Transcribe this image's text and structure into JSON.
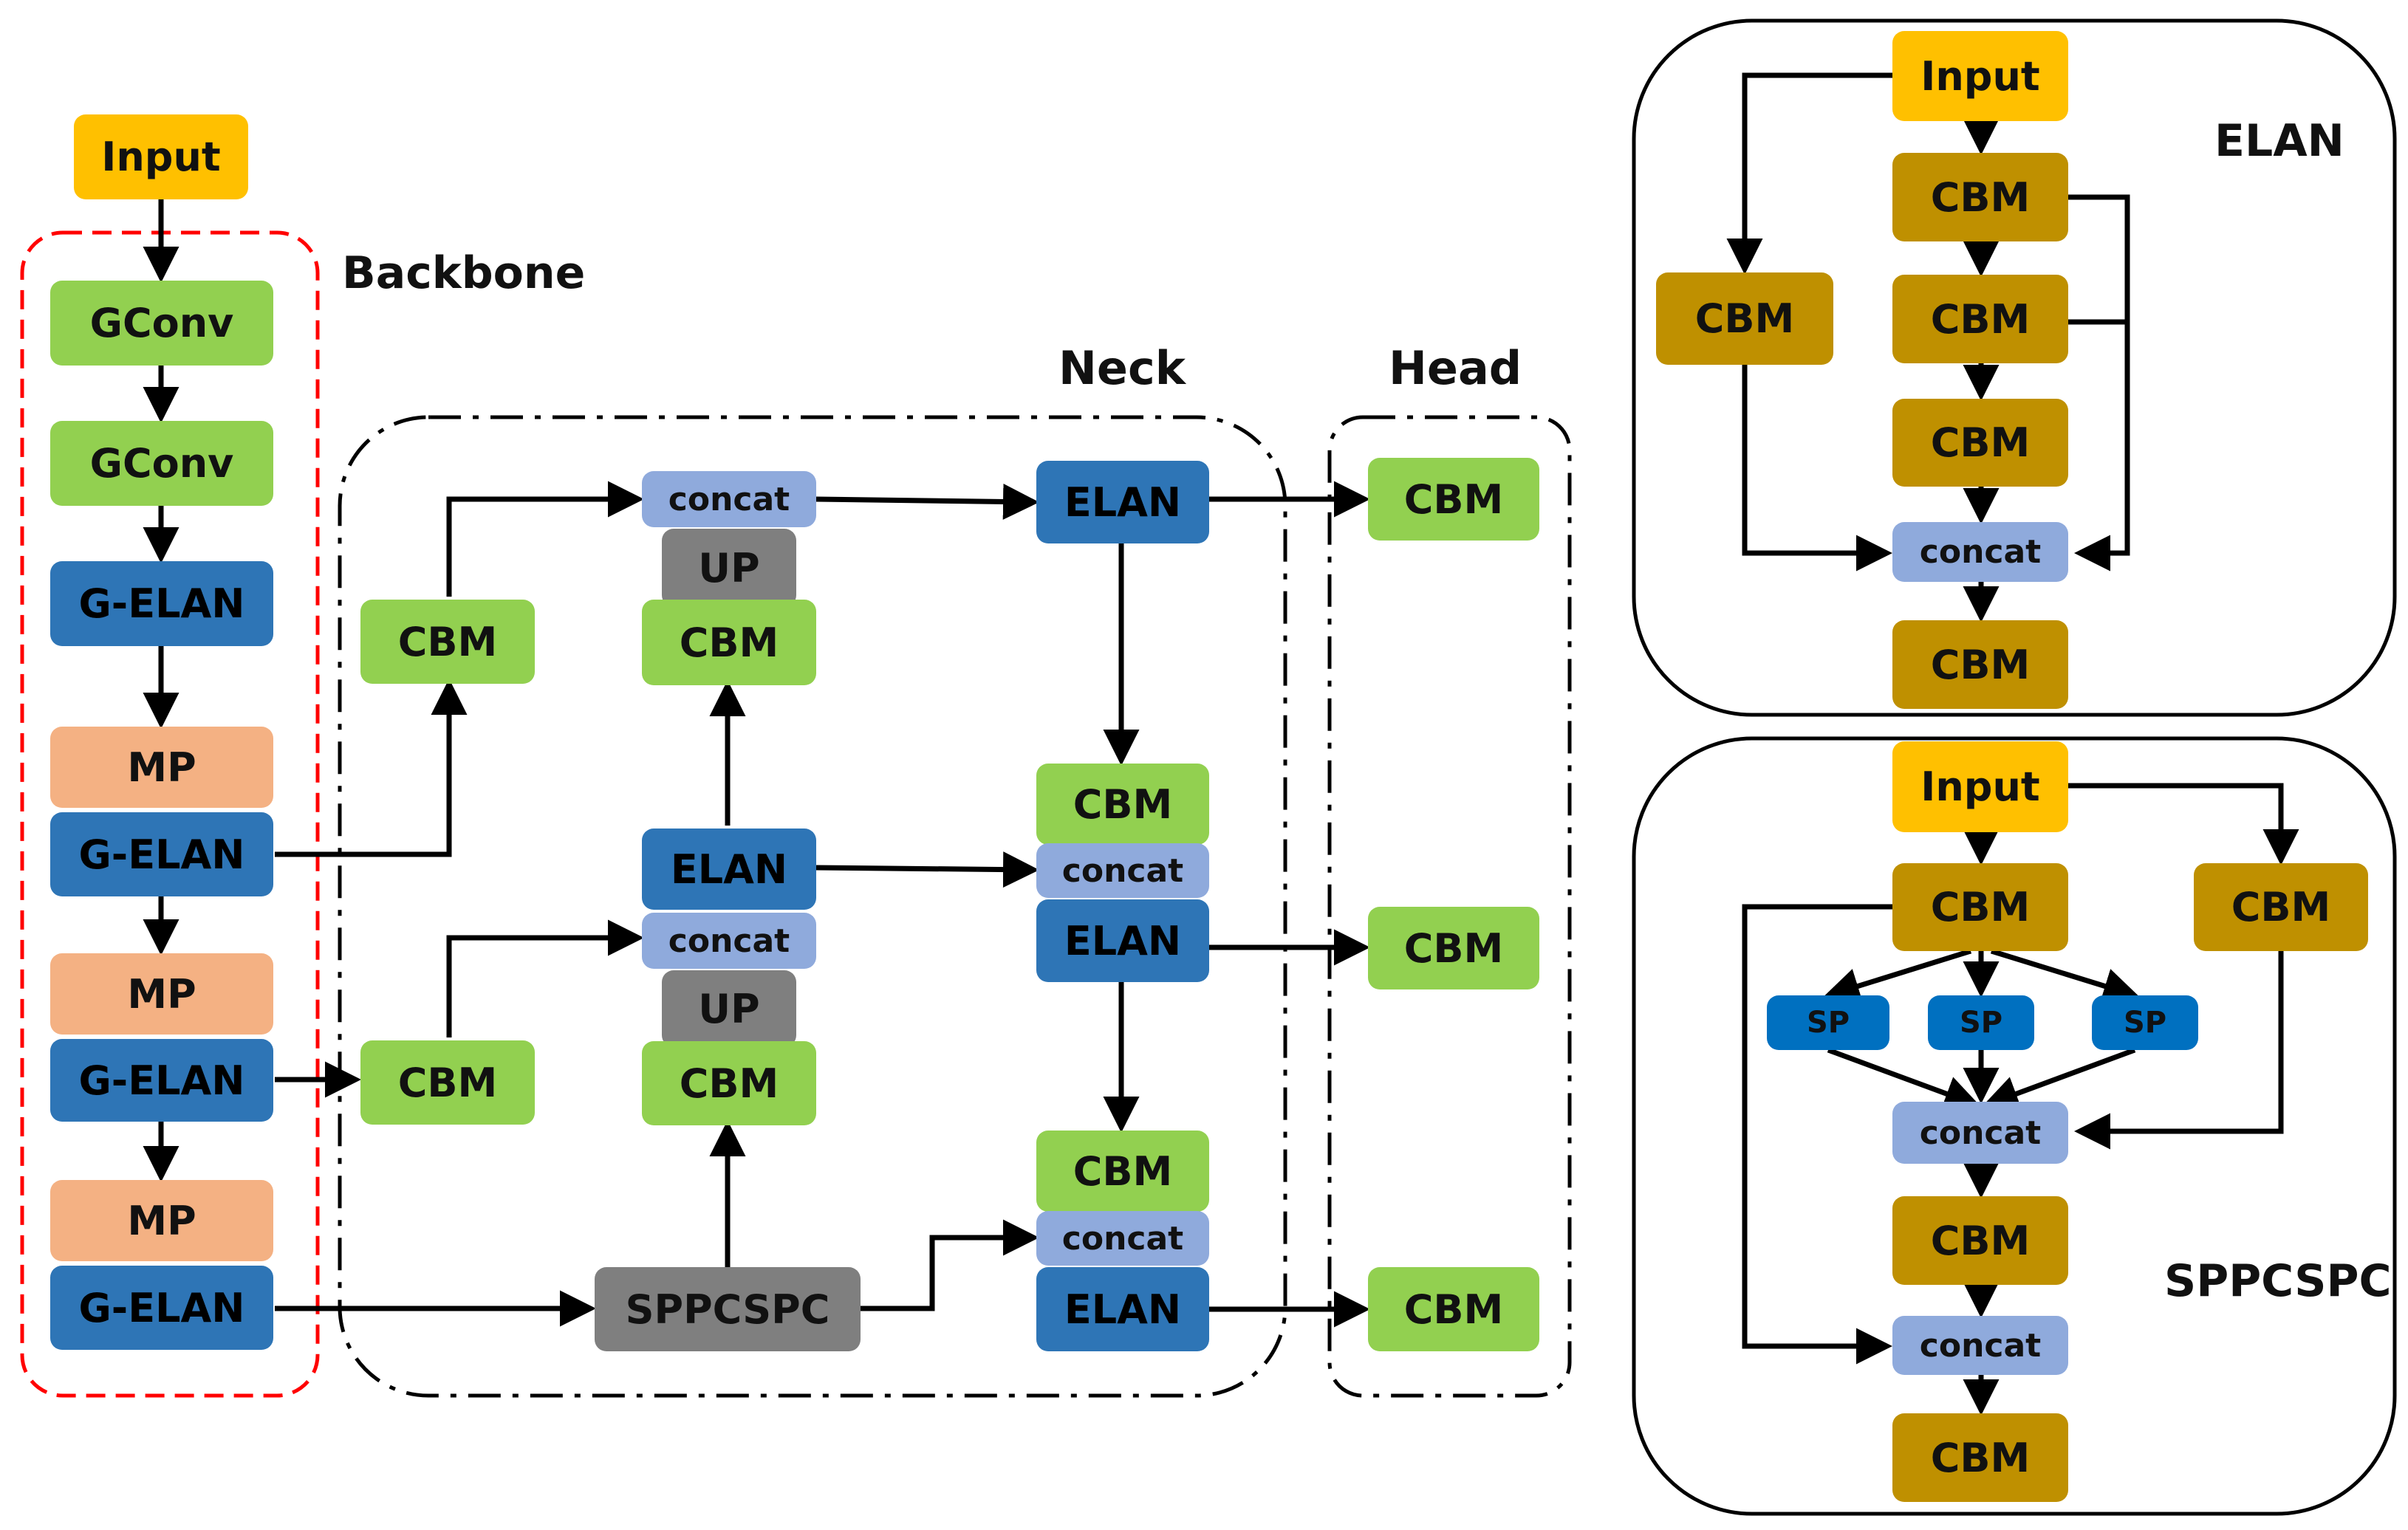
{
  "main": {
    "input": "Input",
    "backbone_label": "Backbone",
    "neck_label": "Neck",
    "head_label": "Head",
    "gconv": "GConv",
    "gelan": "G-ELAN",
    "mp": "MP",
    "cbm": "CBM",
    "concat": "concat",
    "up": "UP",
    "elan": "ELAN",
    "sppcspc": "SPPCSPC"
  },
  "elan_panel": {
    "title": "ELAN",
    "input": "Input",
    "cbm": "CBM",
    "concat": "concat"
  },
  "spp_panel": {
    "title": "SPPCSPC",
    "input": "Input",
    "cbm": "CBM",
    "sp": "SP",
    "concat": "concat"
  },
  "colors": {
    "input": "#ffc000",
    "cbm_green": "#92d050",
    "elan_blue": "#2e75b6",
    "mp": "#f4b183",
    "grey": "#7f7f7f",
    "concat": "#8faadc",
    "cbm_brown": "#bf9000",
    "sp": "#0070c0",
    "backbone_border": "#ff0000"
  }
}
